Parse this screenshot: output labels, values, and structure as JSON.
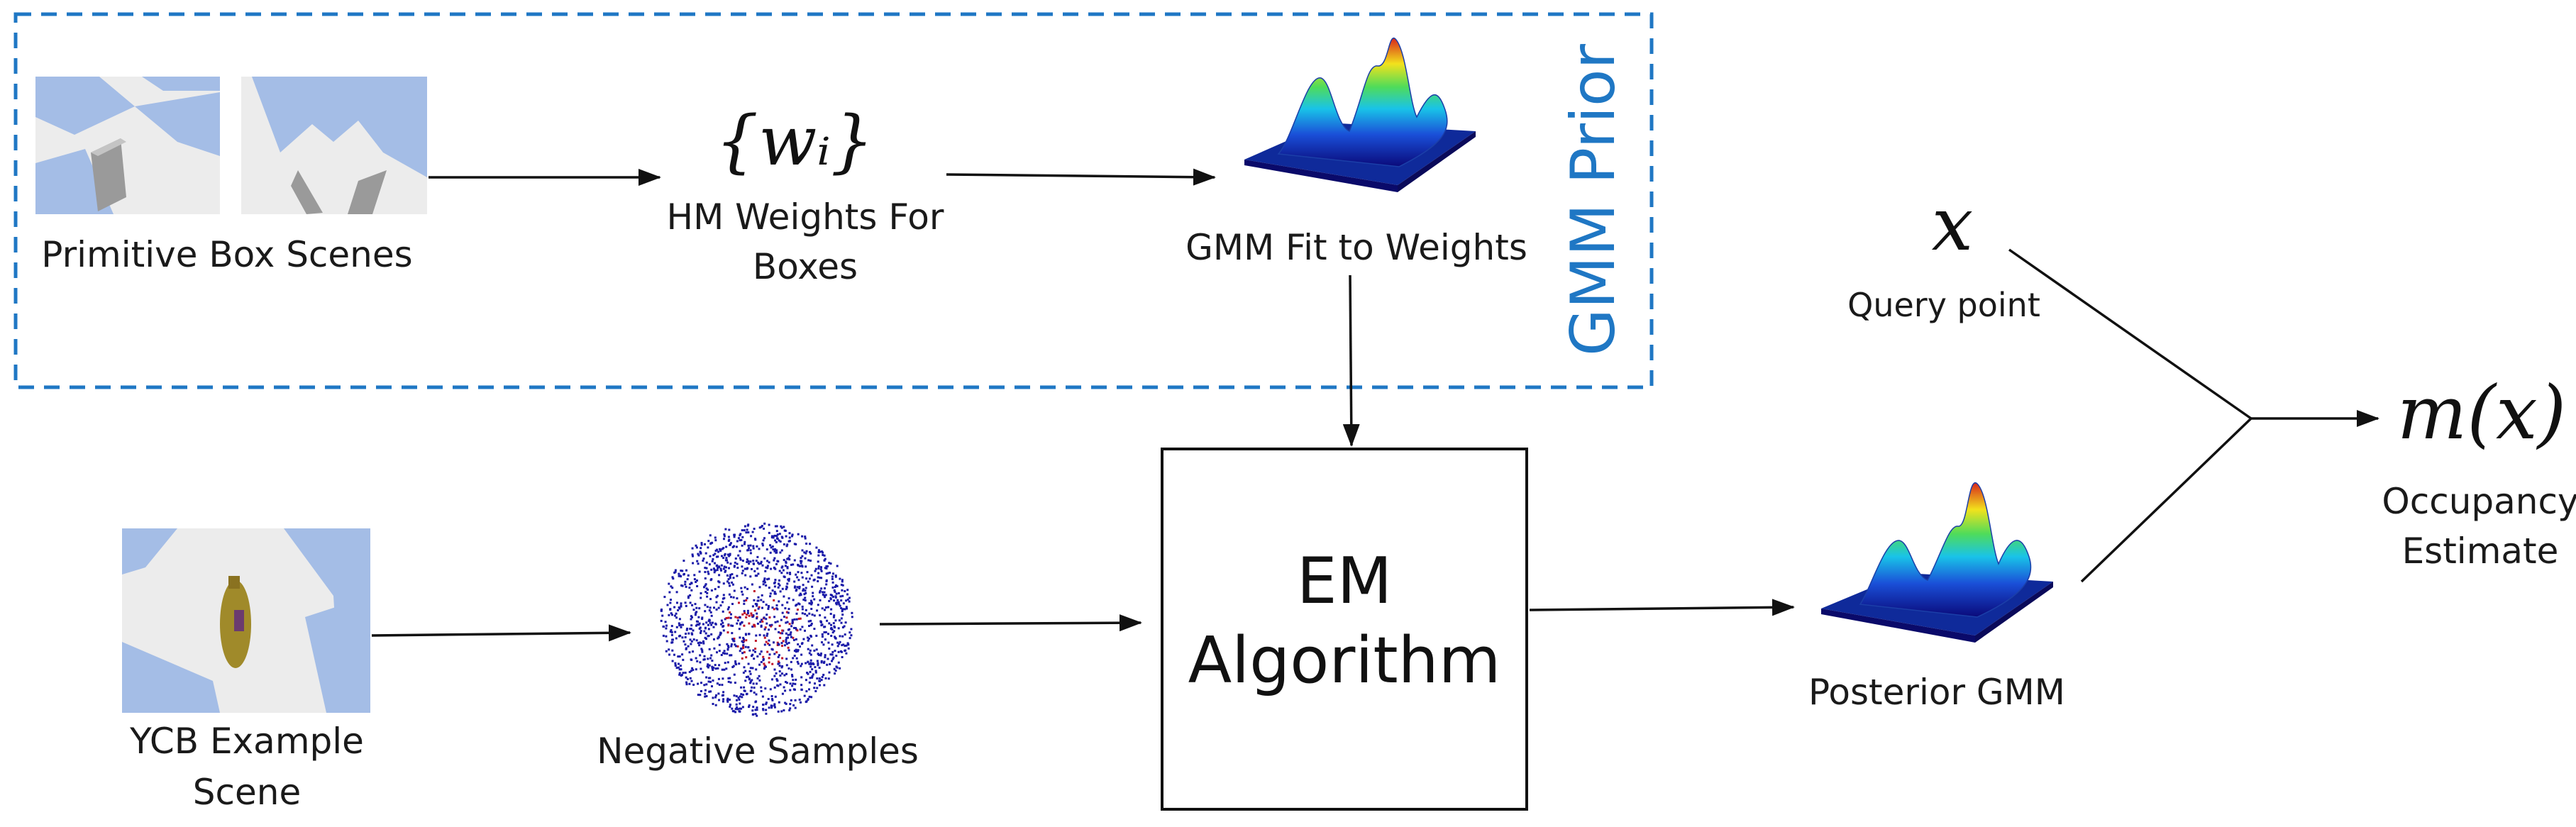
{
  "gmm_prior": {
    "title": "GMM Prior",
    "color": "#1f77c4"
  },
  "nodes": {
    "primitive_boxes": {
      "label": "Primitive Box Scenes"
    },
    "hm_weights": {
      "math": "{wᵢ}",
      "label_line1": "HM Weights For",
      "label_line2": "Boxes"
    },
    "gmm_fit": {
      "label": "GMM Fit to Weights"
    },
    "ycb_scene": {
      "label_line1": "YCB Example",
      "label_line2": "Scene"
    },
    "negative_samples": {
      "label": "Negative Samples"
    },
    "em_algorithm": {
      "line1": "EM",
      "line2": "Algorithm"
    },
    "posterior_gmm": {
      "label": "Posterior GMM"
    },
    "query_point": {
      "math": "x",
      "label": "Query point"
    },
    "occupancy": {
      "math": "m(x)",
      "label_line1": "Occupancy",
      "label_line2": "Estimate"
    }
  },
  "colors": {
    "floor_blue": "#a4bde6",
    "floor_grey": "#ececec",
    "box_grey": "#9a9a9a",
    "point_blue": "#1a1aa8",
    "point_red": "#c0142a",
    "arrow": "#111111"
  }
}
